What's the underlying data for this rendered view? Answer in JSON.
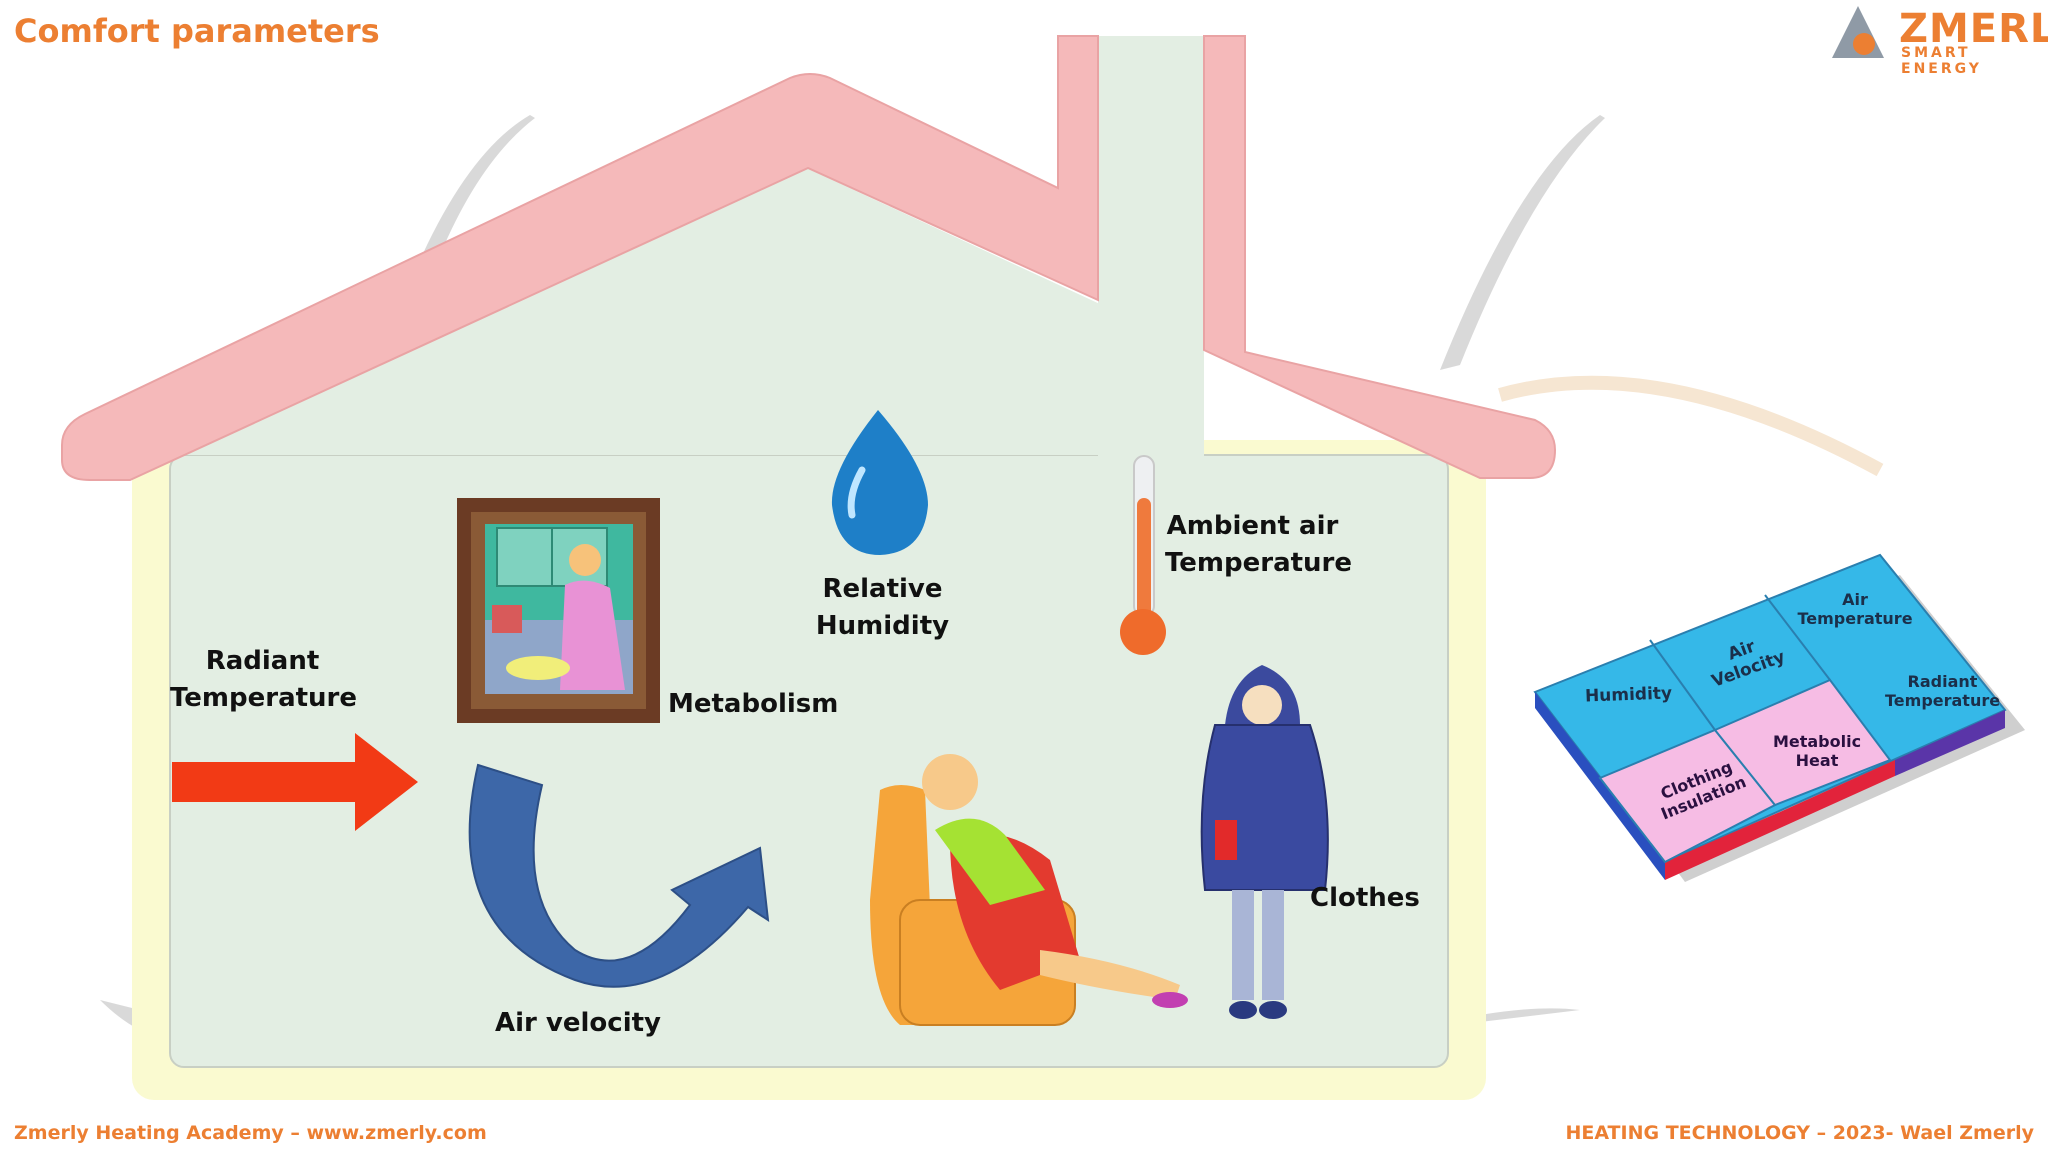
{
  "slide": {
    "title": "Comfort parameters",
    "footer_left": "Zmerly Heating Academy – www.zmerly.com",
    "footer_right": "HEATING TECHNOLOGY – 2023- Wael Zmerly"
  },
  "logo": {
    "name": "ZMERLY",
    "tagline": "SMART ENERGY"
  },
  "house_labels": {
    "radiant": [
      "Radiant",
      "Temperature"
    ],
    "metabolism": "Metabolism",
    "humidity": "Relative Humidity",
    "ambient": [
      "Ambient air",
      "Temperature"
    ],
    "air_velocity": "Air velocity",
    "clothes": "Clothes"
  },
  "puzzle": {
    "pieces": [
      "Humidity",
      "Air Velocity",
      "Air Temperature",
      "Radiant Temperature",
      "Clothing Insulation",
      "Metabolic Heat"
    ]
  },
  "colors": {
    "accent": "#ec7f32",
    "roof": "#f5b9ba",
    "wall_fill": "#e3eee3",
    "wall_outer": "#fafad0",
    "arrow_red": "#f23a15",
    "arrow_blue": "#3d67a8",
    "puzzle_blue": "#35b8e8",
    "puzzle_pink": "#f6bce4"
  }
}
